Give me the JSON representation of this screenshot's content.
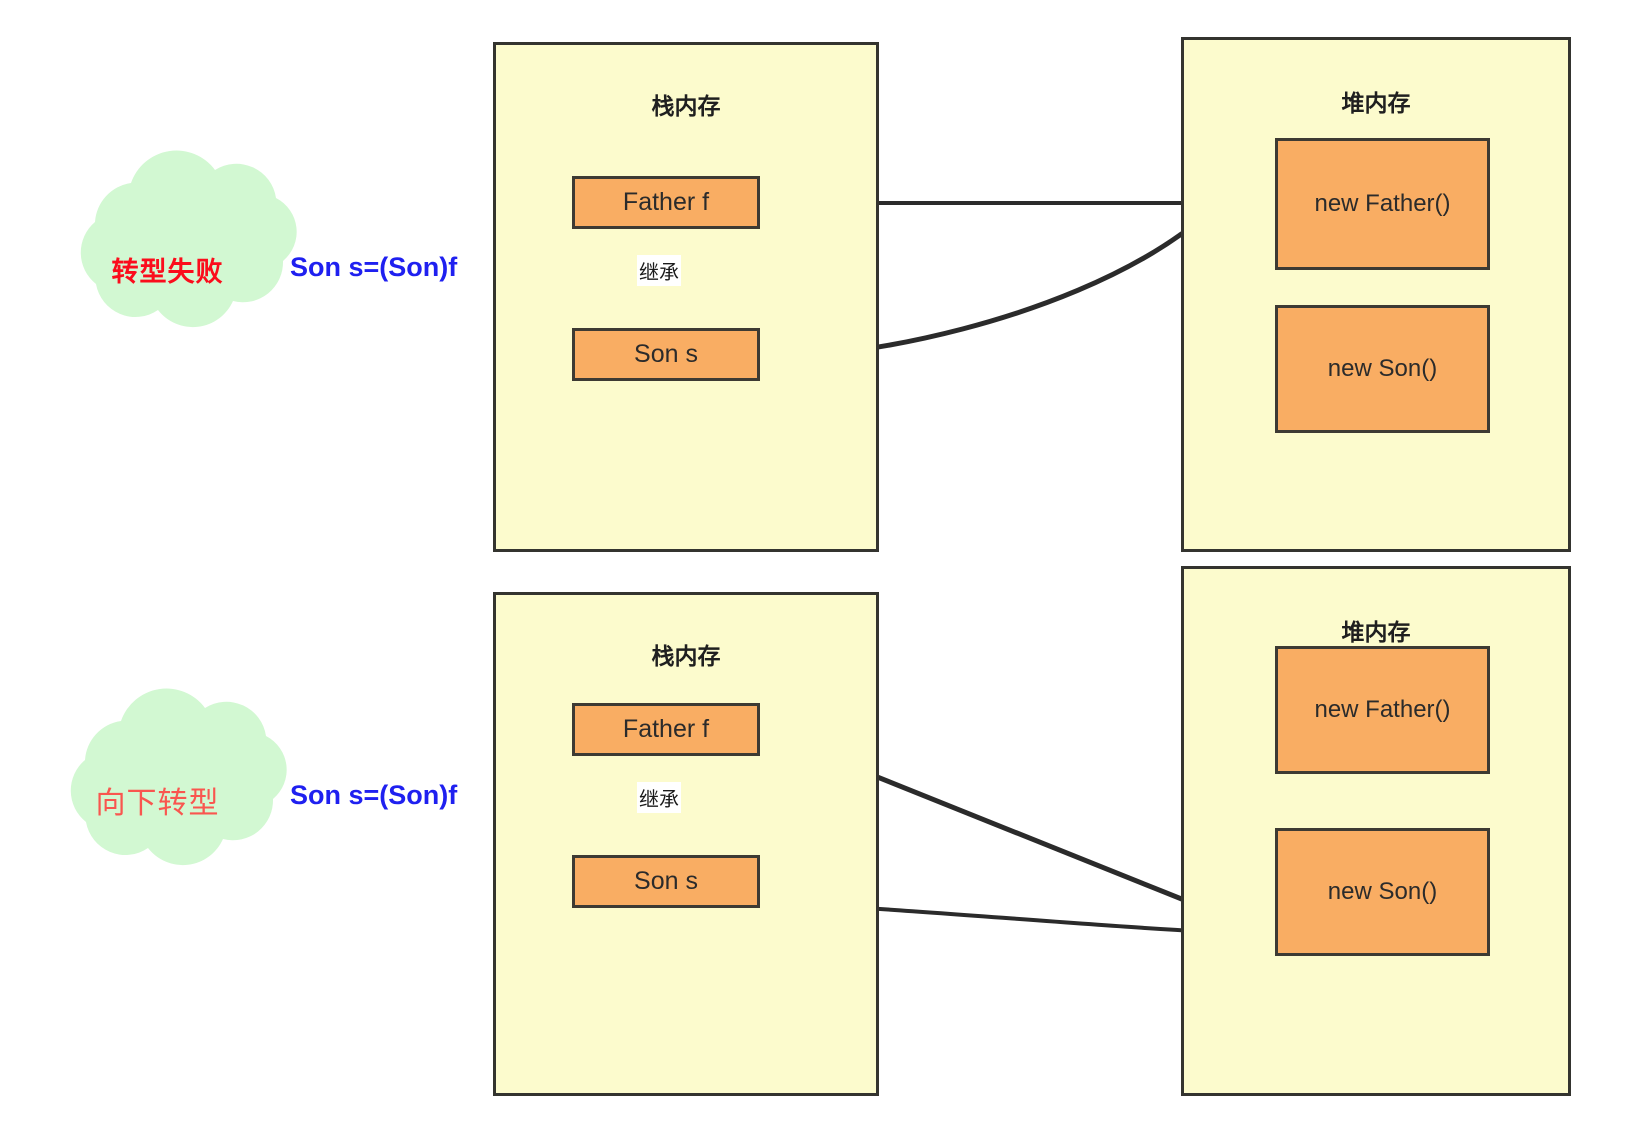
{
  "diagram": {
    "title_semantic": "java-upcast-downcast-memory-diagram",
    "colors": {
      "container_fill": "#fcfbcd",
      "container_border": "#34342f",
      "node_fill": "#f9ad63",
      "node_border": "#3d3a33",
      "cloud_fill": "#d2f8d2",
      "cloud_text_fail": "#fb0d1c",
      "cloud_text_down": "#f9564f",
      "code_text": "#1f20f0",
      "arrow": "#2b2b2b"
    }
  },
  "sections": [
    {
      "id": "upper",
      "cloud_label": "转型失败",
      "code_label": "Son s=(Son)f",
      "stack": {
        "title": "栈内存",
        "boxes": [
          {
            "id": "father-f",
            "label": "Father f"
          },
          {
            "id": "son-s",
            "label": "Son s"
          }
        ],
        "inheritance_label": "继承"
      },
      "heap": {
        "title": "堆内存",
        "boxes": [
          {
            "id": "new-father",
            "label": "new Father()"
          },
          {
            "id": "new-son",
            "label": "new Son()"
          }
        ]
      },
      "references": [
        {
          "from": "father-f",
          "to": "new-father"
        },
        {
          "from": "son-s",
          "to": "new-father"
        }
      ]
    },
    {
      "id": "lower",
      "cloud_label": "向下转型",
      "code_label": "Son s=(Son)f",
      "stack": {
        "title": "栈内存",
        "boxes": [
          {
            "id": "father-f",
            "label": "Father f"
          },
          {
            "id": "son-s",
            "label": "Son s"
          }
        ],
        "inheritance_label": "继承"
      },
      "heap": {
        "title": "堆内存",
        "boxes": [
          {
            "id": "new-father",
            "label": "new Father()"
          },
          {
            "id": "new-son",
            "label": "new Son()"
          }
        ]
      },
      "references": [
        {
          "from": "father-f",
          "to": "new-son"
        },
        {
          "from": "son-s",
          "to": "new-son"
        }
      ]
    }
  ]
}
